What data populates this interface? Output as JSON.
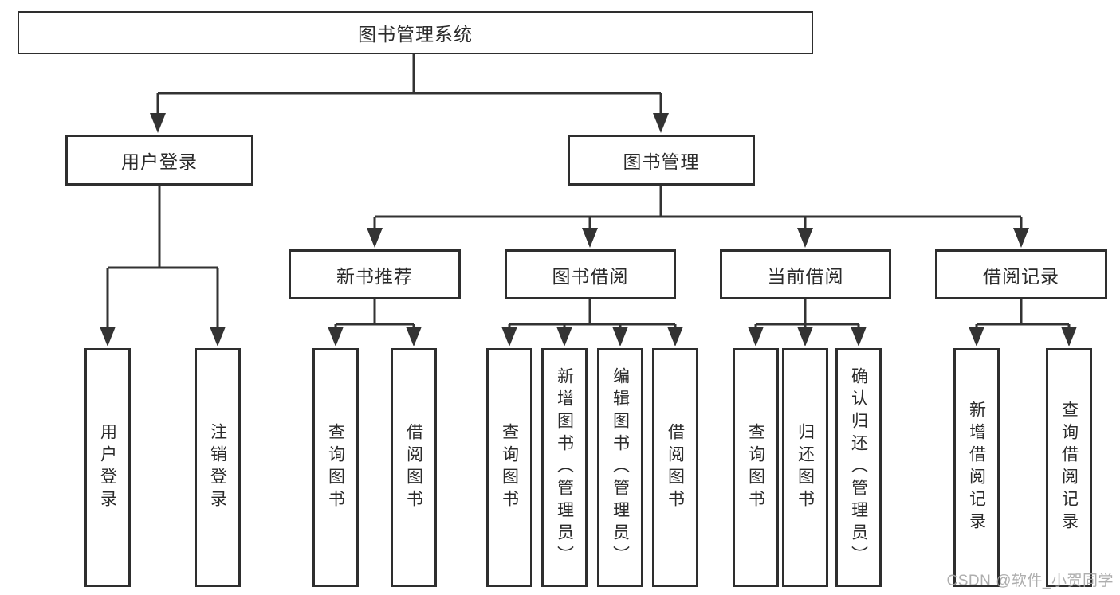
{
  "nodes": {
    "root": "图书管理系统",
    "level2": [
      "用户登录",
      "图书管理"
    ],
    "level3": [
      "新书推荐",
      "图书借阅",
      "当前借阅",
      "借阅记录"
    ],
    "leaves_user_login": [
      "用户登录",
      "注销登录"
    ],
    "leaves_new_books": [
      "查询图书",
      "借阅图书"
    ],
    "leaves_book_borrow": [
      "查询图书",
      "新增图书（管理员）",
      "编辑图书（管理员）",
      "借阅图书"
    ],
    "leaves_current_borrow": [
      "查询图书",
      "归还图书",
      "确认归还（管理员）"
    ],
    "leaves_borrow_records": [
      "新增借阅记录",
      "查询借阅记录"
    ]
  },
  "watermark": "CSDN @软件_小贺同学",
  "colors": {
    "line": "#333333",
    "box_border": "#2e2e2e",
    "text": "#2b2b2b",
    "watermark": "#a6a6a6",
    "background": "#ffffff"
  }
}
